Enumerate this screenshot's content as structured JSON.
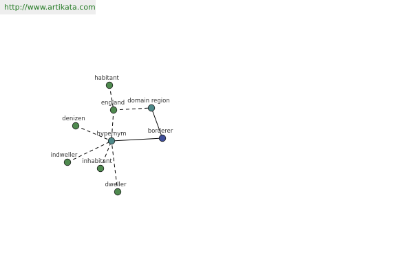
{
  "source": {
    "url_text": "http://www.artikata.com"
  },
  "colors": {
    "background": "#ffffff",
    "link_text": "#237a23",
    "link_bg": "#eeeeee",
    "label_text": "#333333",
    "edge": "#000000",
    "node_green": "#4f8a4f",
    "node_teal": "#4f8a8a",
    "node_blue": "#3f4f9a",
    "node_outline": "#1a1a1a"
  },
  "graph": {
    "nodes": [
      {
        "id": "habitant",
        "label": "habitant",
        "color": "node_green"
      },
      {
        "id": "england",
        "label": "england",
        "color": "node_green"
      },
      {
        "id": "domain_region",
        "label": "domain region",
        "color": "node_teal"
      },
      {
        "id": "denizen",
        "label": "denizen",
        "color": "node_green"
      },
      {
        "id": "hypernym",
        "label": "hypernym",
        "color": "node_teal"
      },
      {
        "id": "borderer",
        "label": "borderer",
        "color": "node_blue"
      },
      {
        "id": "indweller",
        "label": "indweller",
        "color": "node_green"
      },
      {
        "id": "inhabitant",
        "label": "inhabitant",
        "color": "node_green"
      },
      {
        "id": "dweller",
        "label": "dweller",
        "color": "node_green"
      }
    ],
    "edges": [
      {
        "from": "habitant",
        "to": "england",
        "style": "dashed"
      },
      {
        "from": "england",
        "to": "hypernym",
        "style": "dashed"
      },
      {
        "from": "england",
        "to": "domain_region",
        "style": "dashed"
      },
      {
        "from": "domain_region",
        "to": "borderer",
        "style": "solid"
      },
      {
        "from": "hypernym",
        "to": "borderer",
        "style": "solid"
      },
      {
        "from": "denizen",
        "to": "hypernym",
        "style": "dashed"
      },
      {
        "from": "indweller",
        "to": "hypernym",
        "style": "dashed"
      },
      {
        "from": "inhabitant",
        "to": "hypernym",
        "style": "dashed"
      },
      {
        "from": "dweller",
        "to": "hypernym",
        "style": "dashed"
      }
    ]
  }
}
